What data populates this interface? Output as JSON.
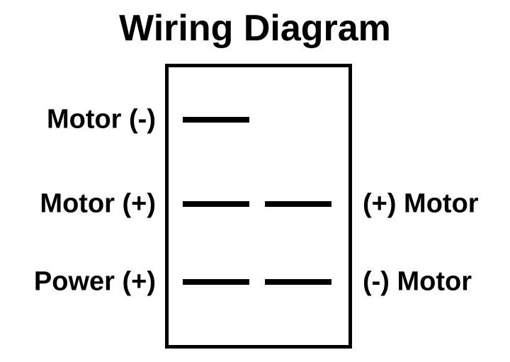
{
  "title": "Wiring Diagram",
  "colors": {
    "foreground": "#000000",
    "background": "#ffffff"
  },
  "diagram": {
    "rows": [
      {
        "left_label": "Motor (-)",
        "right_label": ""
      },
      {
        "left_label": "Motor (+)",
        "right_label": "(+) Motor"
      },
      {
        "left_label": "Power (+)",
        "right_label": "(-) Motor"
      }
    ]
  }
}
